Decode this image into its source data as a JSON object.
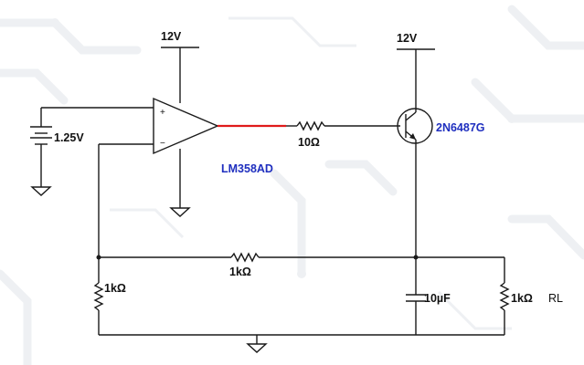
{
  "labels": {
    "supply_opamp": "12V",
    "supply_transistor": "12V",
    "vref": "1.25V",
    "opamp_part": "LM358AD",
    "transistor_part": "2N6487G",
    "r_base": "10Ω",
    "r_feedback": "1kΩ",
    "r_sense": "1kΩ",
    "capacitor": "10µF",
    "r_load": "1kΩ",
    "load_name": "RL",
    "opamp_plus": "+",
    "opamp_minus": "−"
  },
  "colors": {
    "wire": "#1a1a1a",
    "highlight_wire": "#e01b1b",
    "part_label": "#1f2fbf",
    "background_trace": "#eef0f3"
  }
}
